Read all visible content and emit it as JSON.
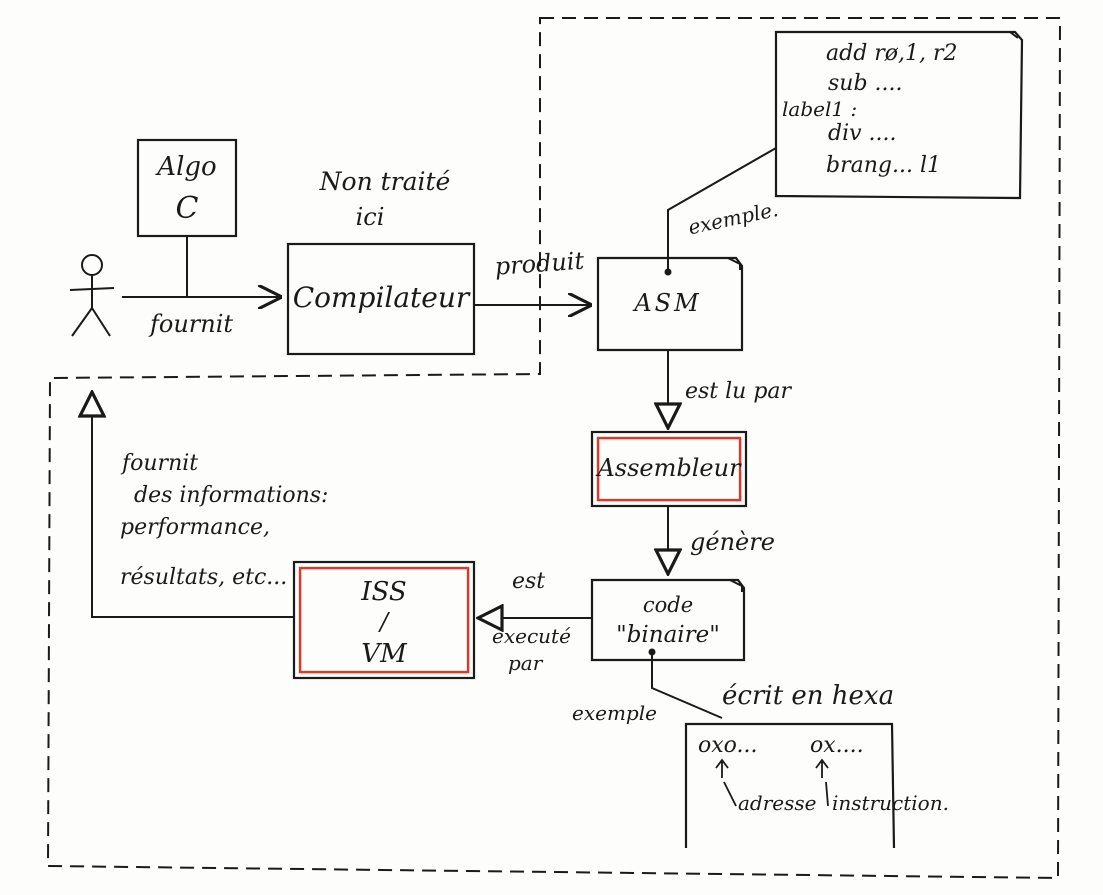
{
  "algo_box": {
    "line1": "Algo",
    "line2": "C"
  },
  "not_handled": {
    "line1": "Non traité",
    "line2": "ici"
  },
  "actor": {
    "edge_label": "fournit"
  },
  "compiler": {
    "label": "Compilateur",
    "edge_label": "produit"
  },
  "asm_example": {
    "edge_label": "exemple.",
    "lines": [
      "add  rø,1, r2",
      "sub ....",
      "label1 :",
      "div ....",
      "brang...   l1"
    ]
  },
  "asm": {
    "label": "ASM",
    "edge_label": "est lu par"
  },
  "assembler": {
    "label": "Assembleur",
    "edge_label": "génère"
  },
  "binary": {
    "line1": "code",
    "line2": "\"binaire\""
  },
  "exec_edge": {
    "line1": "est",
    "line2": "executé",
    "line3": "par"
  },
  "iss": {
    "line1": "ISS",
    "line2": "/",
    "line3": "VM"
  },
  "feedback": {
    "lines": [
      "fournit",
      "des informations:",
      "performance,",
      "résultats, etc..."
    ]
  },
  "hex_example": {
    "edge_label": "exemple",
    "title": "écrit en hexa",
    "col1": "oxo...",
    "col2": "ox....",
    "label1": "adresse",
    "label2": "instruction."
  },
  "colors": {
    "ink": "#1a1a1a",
    "highlight": "#d93a2b"
  }
}
